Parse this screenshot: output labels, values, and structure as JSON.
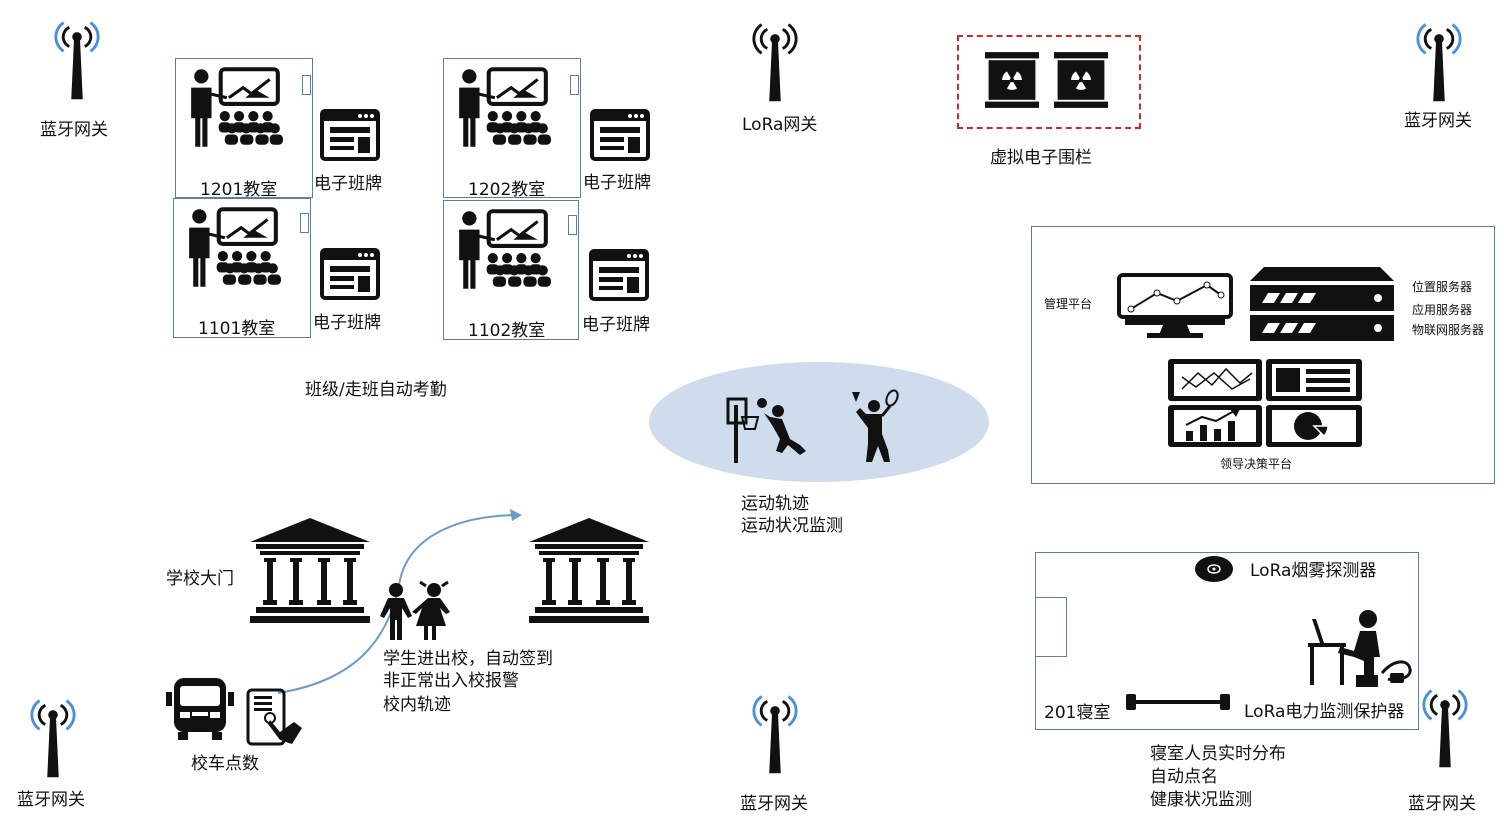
{
  "gateways": {
    "bt_top_left": "蓝牙网关",
    "lora_top": "LoRa网关",
    "bt_top_right": "蓝牙网关",
    "bt_bottom_left": "蓝牙网关",
    "bt_bottom_center": "蓝牙网关",
    "bt_bottom_right": "蓝牙网关"
  },
  "classrooms": [
    {
      "name": "1201教室",
      "board": "电子班牌"
    },
    {
      "name": "1202教室",
      "board": "电子班牌"
    },
    {
      "name": "1101教室",
      "board": "电子班牌"
    },
    {
      "name": "1102教室",
      "board": "电子班牌"
    }
  ],
  "attendance_caption": "班级/走班自动考勤",
  "fence_label": "虚拟电子围栏",
  "platform": {
    "management": "管理平台",
    "servers": [
      "位置服务器",
      "应用服务器",
      "物联网服务器"
    ],
    "decision": "领导决策平台"
  },
  "sports_caption": [
    "运动轨迹",
    "运动状况监测"
  ],
  "school_gate": {
    "gate_label": "学校大门",
    "captions": [
      "学生进出校，自动签到",
      "非正常出入校报警",
      "校内轨迹"
    ],
    "bus_label": "校车点数"
  },
  "dorm": {
    "smoke": "LoRa烟雾探测器",
    "room": "201寝室",
    "power": "LoRa电力监测保护器",
    "captions": [
      "寝室人员实时分布",
      "自动点名",
      "健康状况监测"
    ]
  },
  "colors": {
    "room_border": "#5d7fa2",
    "fence": "#d62728",
    "signal": "#4a90d9",
    "oval": "#cfdcec",
    "arrow": "#6b9ccc"
  }
}
